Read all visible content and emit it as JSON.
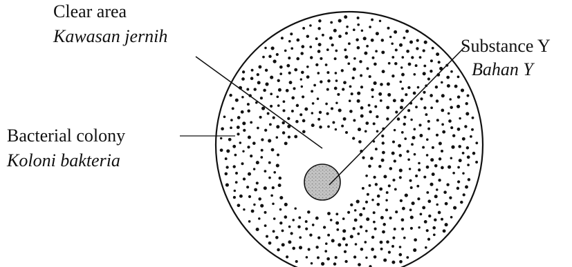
{
  "labels": {
    "clear_area": {
      "english": "Clear area",
      "malay": "Kawasan jernih"
    },
    "substance_y": {
      "english": "Substance Y",
      "malay": "Bahan Y"
    },
    "bacterial_colony": {
      "english": "Bacterial colony",
      "malay": "Koloni bakteria"
    }
  },
  "colors": {
    "line": "#111111",
    "dot": "#111111",
    "disc_fill": "#b5b5b5",
    "background": "#ffffff"
  }
}
